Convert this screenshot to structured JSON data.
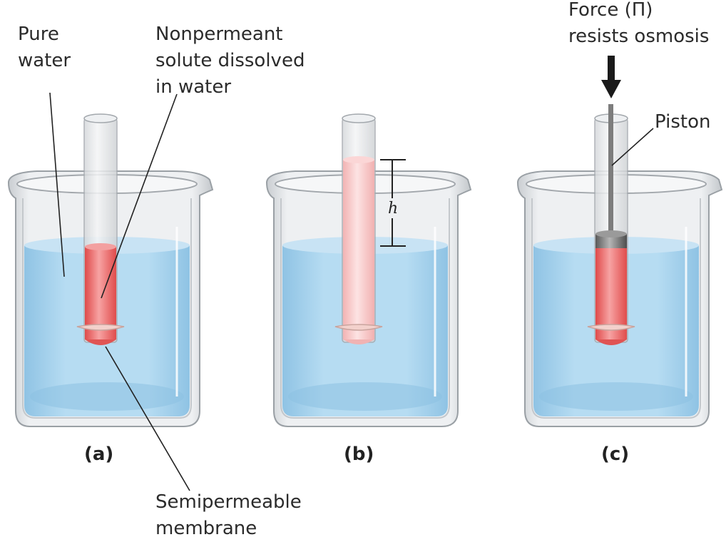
{
  "labels": {
    "pure_water": [
      "Pure",
      "water"
    ],
    "solute": [
      "Nonpermeant",
      "solute dissolved",
      "in water"
    ],
    "force": [
      "Force (Π)",
      "resists osmosis"
    ],
    "piston": "Piston",
    "membrane": [
      "Semipermeable",
      "membrane"
    ],
    "height": "h"
  },
  "panels": [
    "(a)",
    "(b)",
    "(c)"
  ],
  "colors": {
    "water": "#a9d4ee",
    "solution_dark": "#e85a5a",
    "solution_light": "#f7c4c4",
    "glass": "#d9dde0",
    "piston": "#7f7f7f"
  }
}
